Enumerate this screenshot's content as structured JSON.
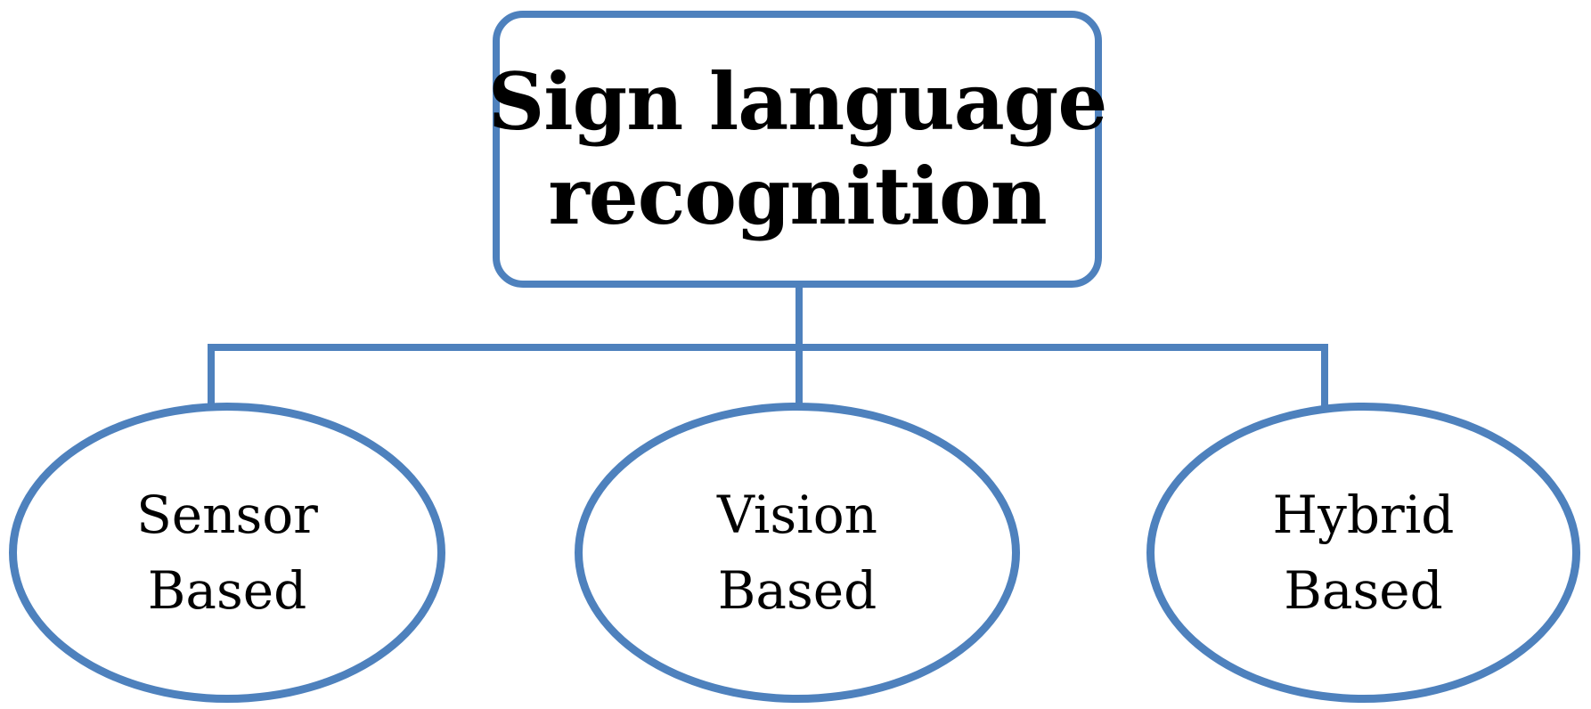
{
  "root_node": {
    "line1": "Sign language",
    "line2": "recognition"
  },
  "child_nodes": [
    {
      "id": "sensor-based",
      "line1": "Sensor",
      "line2": "Based"
    },
    {
      "id": "vision-based",
      "line1": "Vision",
      "line2": "Based"
    },
    {
      "id": "hybrid-based",
      "line1": "Hybrid",
      "line2": "Based"
    }
  ],
  "colors": {
    "accent": "#4E81BD",
    "text": "#000000",
    "background": "#FFFFFF"
  }
}
